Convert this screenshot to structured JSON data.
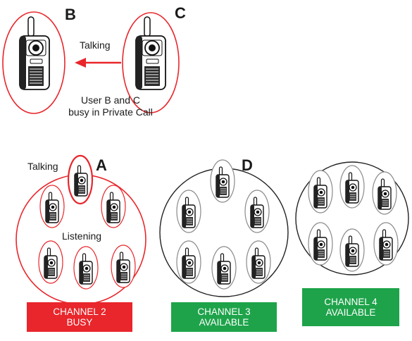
{
  "colors": {
    "red": "#e8262b",
    "green": "#1ea34a",
    "outline": "#222222",
    "ellipse_gray": "#8a8a8a"
  },
  "top": {
    "label_b": "B",
    "label_c": "C",
    "talking": "Talking",
    "caption_line1": "User B and C",
    "caption_line2": "busy in Private Call"
  },
  "channel2": {
    "talking": "Talking",
    "label_a": "A",
    "listening": "Listening",
    "box_line1": "CHANNEL 2",
    "box_line2": "BUSY"
  },
  "channel3": {
    "label_d": "D",
    "box_line1": "CHANNEL 3",
    "box_line2": "AVAILABLE"
  },
  "channel4": {
    "box_line1": "CHANNEL 4",
    "box_line2": "AVAILABLE"
  },
  "icons": {
    "radio": "walkie-talkie-icon",
    "arrow": "arrow-left-icon"
  }
}
